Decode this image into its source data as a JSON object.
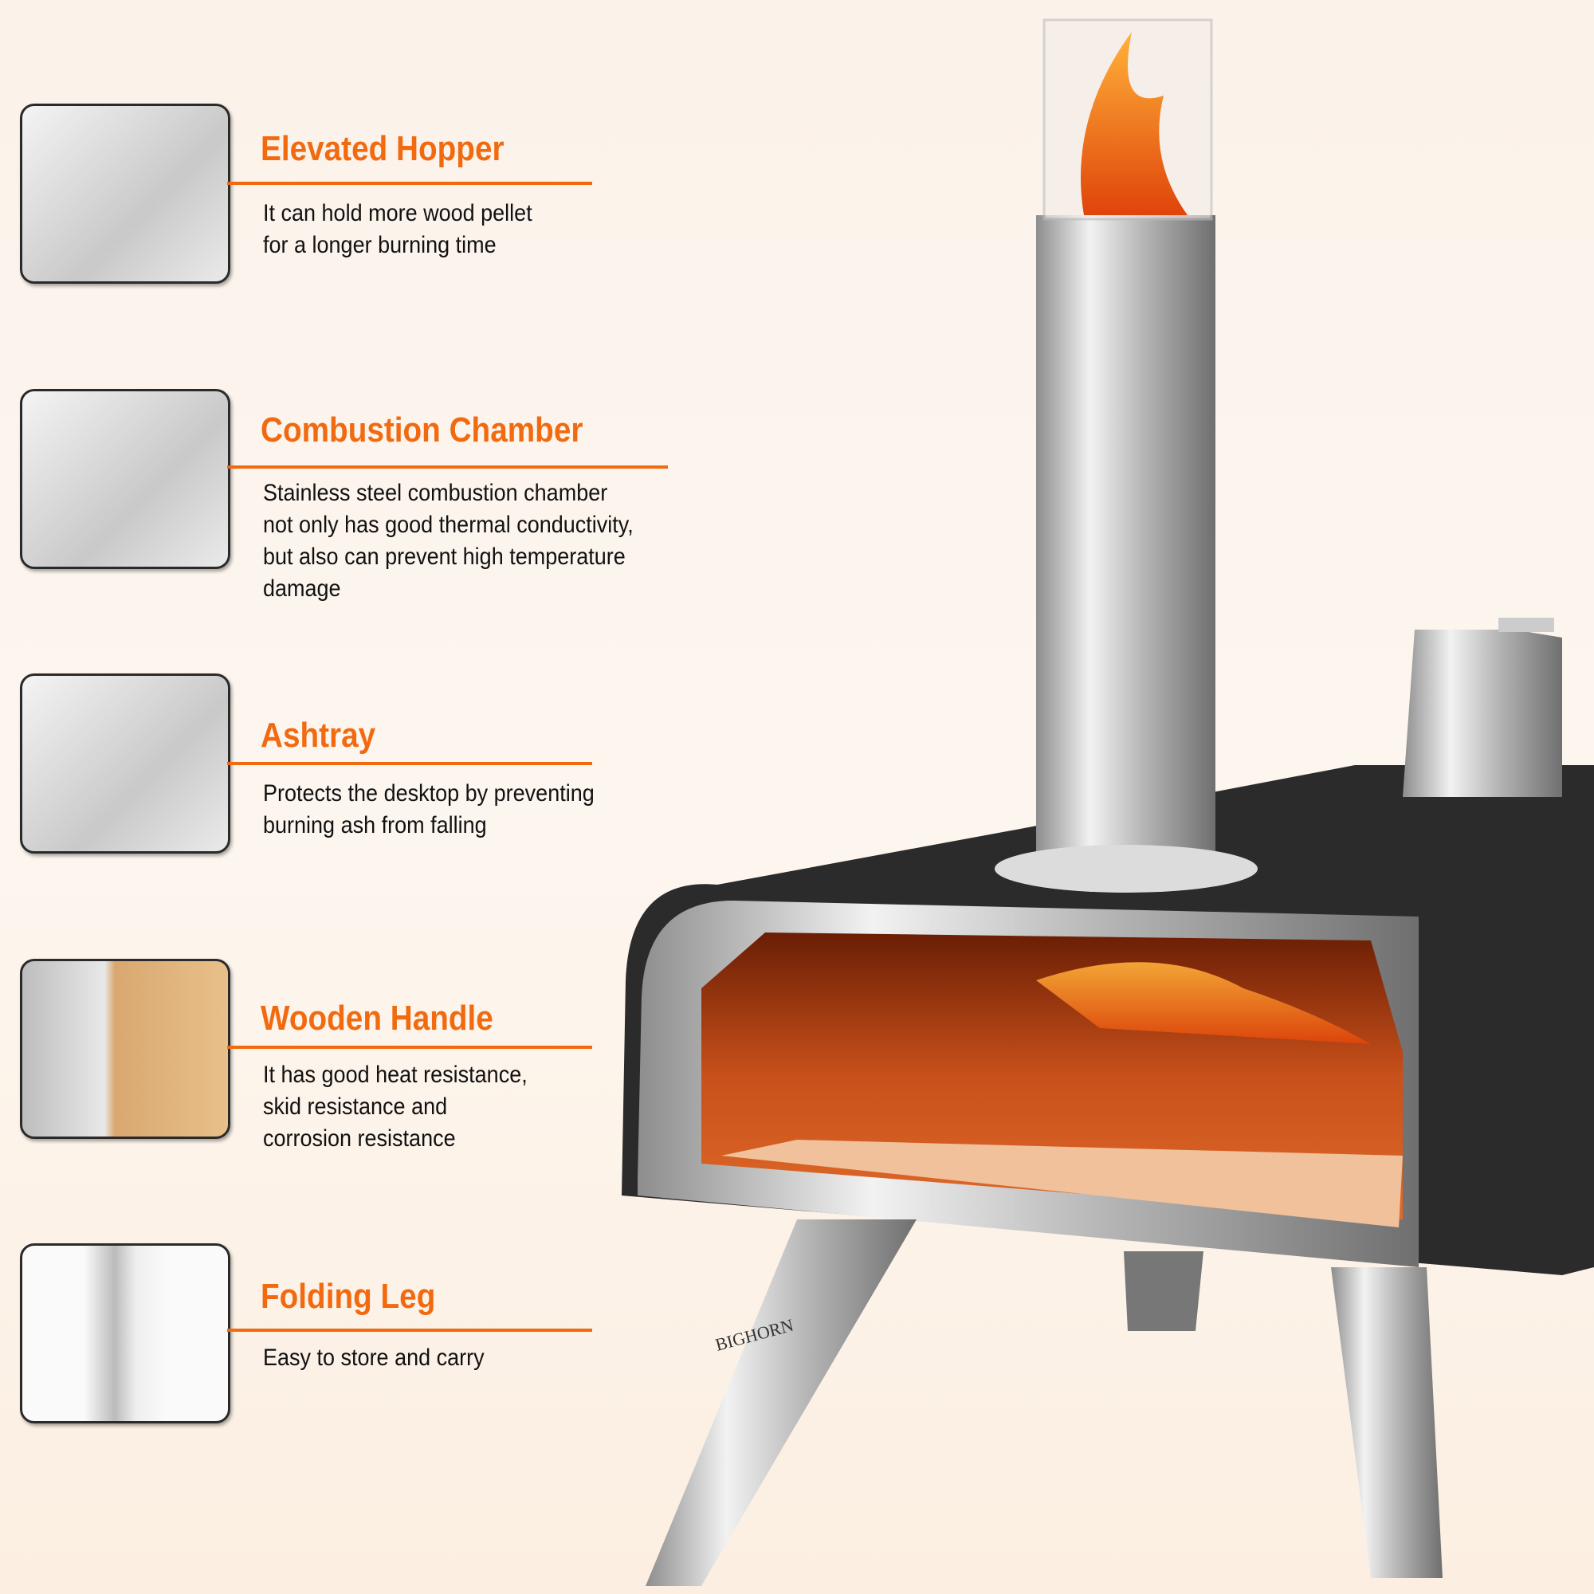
{
  "brand": "BIGHORN",
  "accent_color": "#f26a10",
  "features": [
    {
      "title": "Elevated Hopper",
      "lines": [
        "It can hold more wood pellet",
        "for a longer burning time"
      ],
      "thumb_icon": "hopper-thumbnail"
    },
    {
      "title": "Combustion Chamber",
      "lines": [
        "Stainless steel combustion chamber",
        "not only has good thermal conductivity,",
        "but also can prevent high temperature",
        "damage"
      ],
      "thumb_icon": "combustion-chamber-thumbnail"
    },
    {
      "title": "Ashtray",
      "lines": [
        "Protects the desktop by preventing",
        "burning ash from falling"
      ],
      "thumb_icon": "ashtray-thumbnail"
    },
    {
      "title": "Wooden Handle",
      "lines": [
        "It has good heat resistance,",
        "skid resistance and",
        "corrosion resistance"
      ],
      "thumb_icon": "wooden-handle-thumbnail"
    },
    {
      "title": "Folding Leg",
      "lines": [
        "Easy to store and carry"
      ],
      "thumb_icon": "folding-leg-thumbnail"
    }
  ]
}
